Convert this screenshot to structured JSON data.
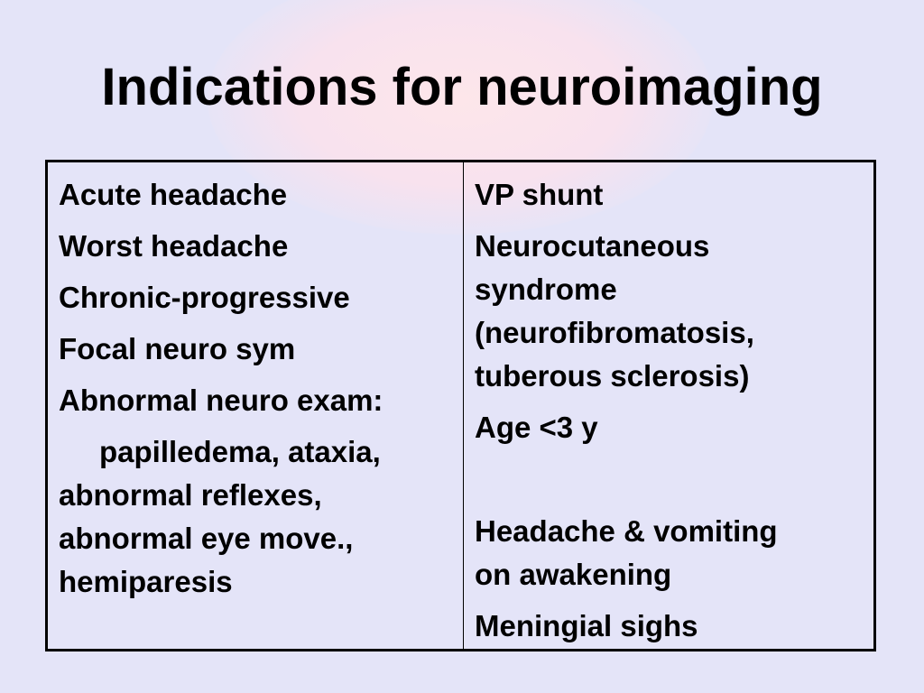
{
  "title": "Indications for neuroimaging",
  "left_column": {
    "items": [
      "Acute headache",
      "Worst headache",
      "Chronic-progressive",
      "Focal neuro sym",
      "Abnormal neuro exam:"
    ],
    "exam_details": {
      "line1": "papilledema,  ataxia,",
      "line2": "abnormal reflexes,",
      "line3": "abnormal eye move.,",
      "line4": "hemiparesis"
    }
  },
  "right_column": {
    "vp_shunt": "VP shunt",
    "neuro_line1": "Neurocutaneous",
    "neuro_line2": "syndrome",
    "neuro_line3": "(neurofibromatosis,",
    "neuro_line4": "tuberous sclerosis)",
    "age": "Age <3 y",
    "headache_line1": "Headache & vomiting",
    "headache_line2": "on awakening",
    "meningial": "Meningial sighs"
  }
}
